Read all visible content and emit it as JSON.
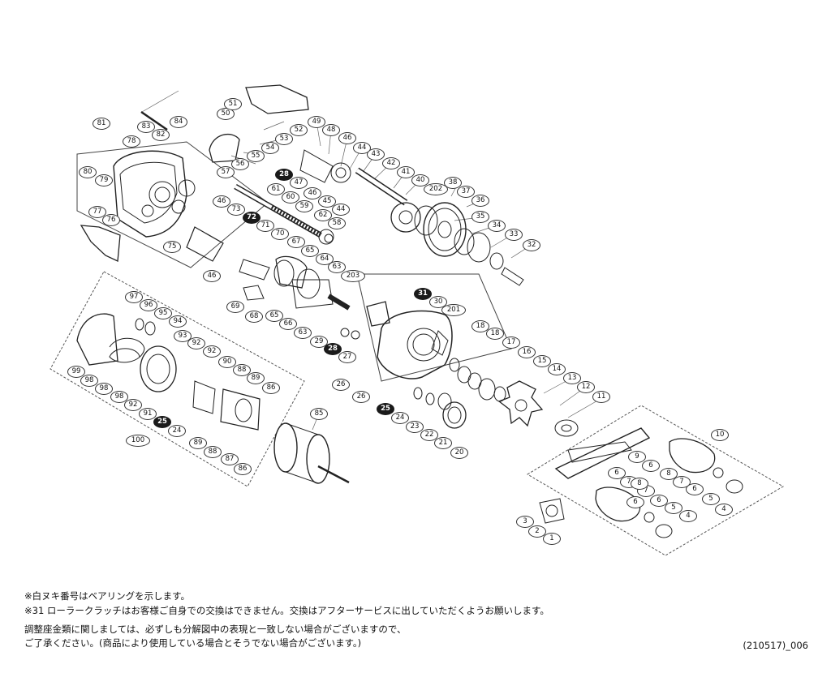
{
  "notes": {
    "line1": "※白ヌキ番号はベアリングを示します。",
    "line2": "※31 ローラークラッチはお客様ご自身での交換はできません。交換はアフターサービスに出していただくようお願いします。",
    "line3": "調整座金類に関しましては、必ずしも分解図中の表現と一致しない場合がございますので、",
    "line4": "ご了承ください。(商品により使用している場合とそうでない場合がございます。)"
  },
  "drawing_code": "(210517)_006",
  "part_numbers": [
    "1",
    "2",
    "3",
    "4",
    "5",
    "6",
    "7",
    "8",
    "9",
    "10",
    "11",
    "12",
    "13",
    "14",
    "15",
    "16",
    "17",
    "18",
    "20",
    "21",
    "22",
    "23",
    "24",
    "25",
    "26",
    "27",
    "28",
    "29",
    "30",
    "31",
    "32",
    "33",
    "34",
    "35",
    "36",
    "37",
    "38",
    "40",
    "41",
    "42",
    "43",
    "44",
    "45",
    "46",
    "47",
    "48",
    "49",
    "50",
    "51",
    "52",
    "53",
    "54",
    "55",
    "56",
    "57",
    "58",
    "59",
    "60",
    "61",
    "62",
    "63",
    "64",
    "65",
    "66",
    "67",
    "68",
    "69",
    "70",
    "71",
    "72",
    "73",
    "75",
    "76",
    "77",
    "78",
    "79",
    "80",
    "81",
    "82",
    "83",
    "84",
    "85",
    "86",
    "87",
    "88",
    "89",
    "90",
    "91",
    "92",
    "93",
    "94",
    "95",
    "96",
    "97",
    "98",
    "99",
    "100",
    "201",
    "202",
    "203"
  ],
  "bearing_parts": [
    "25",
    "28",
    "31",
    "72"
  ]
}
